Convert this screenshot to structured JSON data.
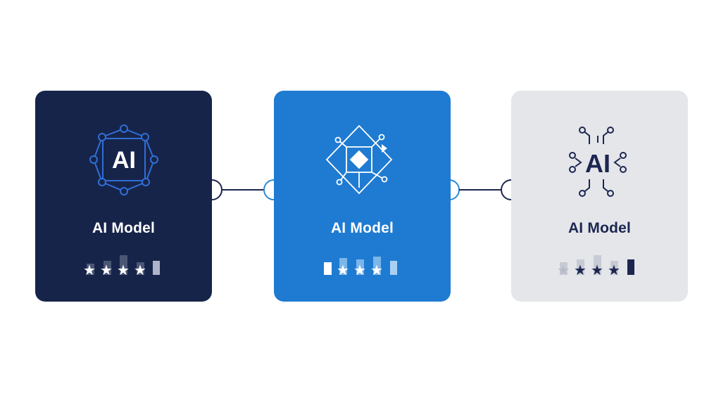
{
  "cards": [
    {
      "label": "AI Model",
      "icon": "ai-network-icon",
      "icon_text": "AI",
      "filled_stars": 4,
      "colors": {
        "background": "#17244a",
        "accent": "#2f6fd6",
        "text": "#ffffff"
      }
    },
    {
      "label": "AI Model",
      "icon": "diamond-circuit-icon",
      "filled_stars": 3,
      "colors": {
        "background": "#1f7bd1",
        "accent": "#ffffff",
        "text": "#ffffff"
      }
    },
    {
      "label": "AI Model",
      "icon": "ai-chip-icon",
      "icon_text": "AI",
      "filled_stars": 3,
      "colors": {
        "background": "#e4e6ea",
        "accent": "#1c2650",
        "text": "#1c2650"
      }
    }
  ],
  "connector_color": "#1c2650"
}
